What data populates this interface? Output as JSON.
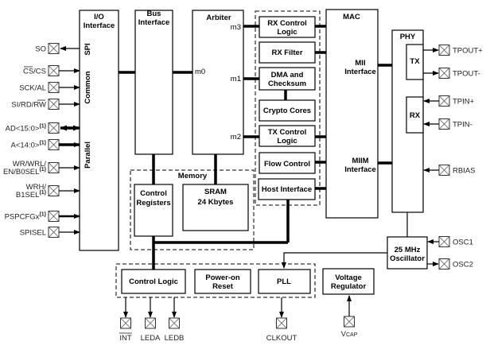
{
  "diagram": {
    "blocks": {
      "io_interface": {
        "line1": "I/O",
        "line2": "Interface",
        "spi": "SPI",
        "common": "Common",
        "parallel": "Parallel"
      },
      "bus_interface": {
        "line1": "Bus",
        "line2": "Interface"
      },
      "arbiter": {
        "title": "Arbiter",
        "m0": "m0",
        "m1": "m1",
        "m2": "m2",
        "m3": "m3"
      },
      "rx_control": {
        "line1": "RX Control",
        "line2": "Logic"
      },
      "rx_filter": {
        "label": "RX Filter"
      },
      "dma": {
        "line1": "DMA and",
        "line2": "Checksum"
      },
      "crypto": {
        "label": "Crypto Cores"
      },
      "tx_control": {
        "line1": "TX Control",
        "line2": "Logic"
      },
      "flow_control": {
        "label": "Flow Control"
      },
      "host_interface": {
        "label": "Host Interface"
      },
      "mac": {
        "title": "MAC",
        "mii1": "MII",
        "mii2": "Interface",
        "miim1": "MIIM",
        "miim2": "Interface"
      },
      "phy": {
        "title": "PHY",
        "tx": "TX",
        "rx": "RX"
      },
      "memory": {
        "title": "Memory",
        "ctrl1": "Control",
        "ctrl2": "Registers",
        "sram1": "SRAM",
        "sram2": "24 Kbytes"
      },
      "oscillator": {
        "line1": "25 MHz",
        "line2": "Oscillator"
      },
      "control_logic": {
        "label": "Control Logic"
      },
      "por": {
        "line1": "Power-on",
        "line2": "Reset"
      },
      "pll": {
        "label": "PLL"
      },
      "vreg": {
        "line1": "Voltage",
        "line2": "Regulator"
      }
    },
    "pins_left": [
      {
        "name": "SO",
        "sup": ""
      },
      {
        "name": "CS/CS",
        "sup": ""
      },
      {
        "name": "SCK/AL",
        "sup": ""
      },
      {
        "name": "SI/RD/RW",
        "sup": ""
      },
      {
        "name": "AD<15:0>",
        "sup": "(1)"
      },
      {
        "name": "A<14:0>",
        "sup": "(1)"
      },
      {
        "name": "WR/WRL/",
        "line2": "EN/B0SEL",
        "sup": "(1)"
      },
      {
        "name": "WRH/",
        "line2": "B1SEL",
        "sup": "(1)"
      },
      {
        "name": "PSPCFGx",
        "sup": "(1)"
      },
      {
        "name": "SPISEL",
        "sup": ""
      }
    ],
    "pins_right": [
      "TPOUT+",
      "TPOUT-",
      "TPIN+",
      "TPIN-",
      "RBIAS",
      "OSC1",
      "OSC2"
    ],
    "pins_bottom": [
      "INT",
      "LEDA",
      "LEDB",
      "CLKOUT",
      "V",
      "CAP"
    ]
  }
}
